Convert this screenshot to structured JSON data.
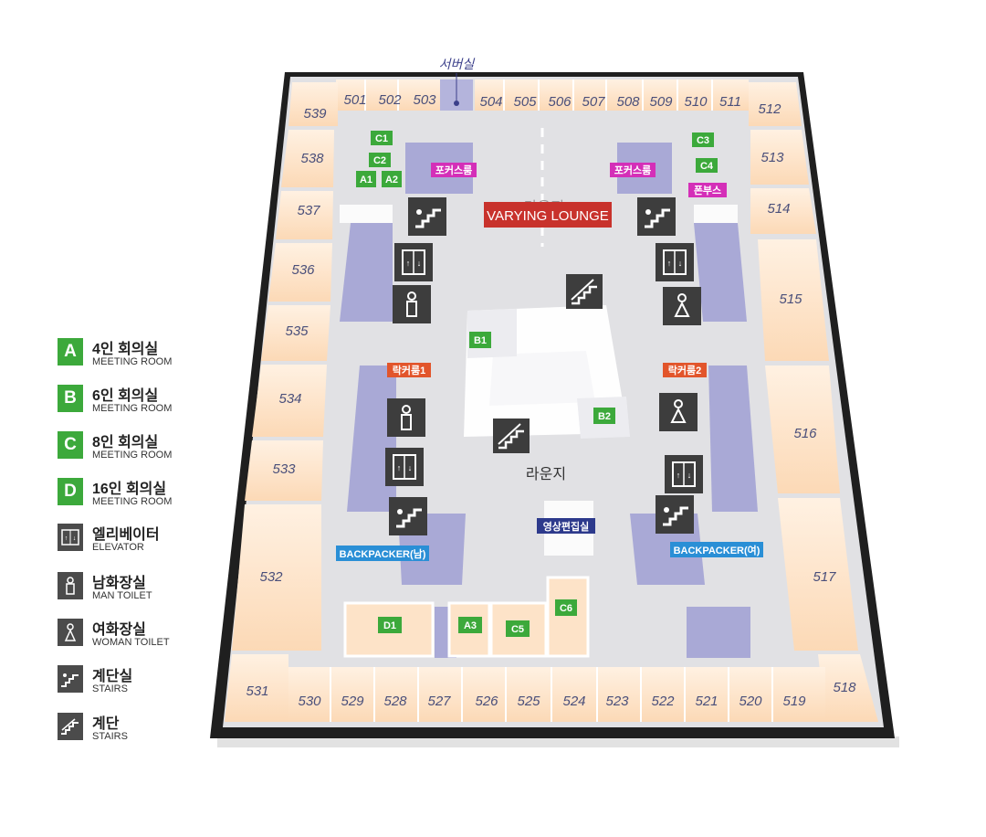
{
  "rooms": {
    "top_row": [
      "501",
      "502",
      "503",
      "504",
      "505",
      "506",
      "507",
      "508",
      "509",
      "510",
      "511"
    ],
    "corner_top_left": "539",
    "corner_top_right": "512",
    "left_column": [
      "538",
      "537",
      "536",
      "535",
      "534",
      "533",
      "532"
    ],
    "right_column": [
      "513",
      "514",
      "515",
      "516",
      "517"
    ],
    "corner_bottom_left": "531",
    "corner_bottom_right": "518",
    "bottom_row": [
      "530",
      "529",
      "528",
      "527",
      "526",
      "525",
      "524",
      "523",
      "522",
      "521",
      "520",
      "519"
    ]
  },
  "labels": {
    "server_room": "서버실",
    "varying_lounge": "VARYING LOUNGE",
    "lounge": "라운지",
    "lounge_upper_faint": "라운지",
    "focus_room_left": "포커스룸",
    "focus_room_right": "포커스룸",
    "phone_booth": "폰부스",
    "locker_1": "락커룸1",
    "locker_2": "락커룸2",
    "video_edit": "영상편집실",
    "backpacker_m": "BACKPACKER(남)",
    "backpacker_f": "BACKPACKER(여)"
  },
  "meeting_badges": {
    "C1": "C1",
    "C2": "C2",
    "A1": "A1",
    "A2": "A2",
    "C3": "C3",
    "C4": "C4",
    "B1": "B1",
    "B2": "B2",
    "D1": "D1",
    "A3": "A3",
    "C5": "C5",
    "C6": "C6"
  },
  "legend": [
    {
      "badge": "A",
      "title": "4인 회의실",
      "subtitle": "MEETING ROOM",
      "icon": "letter-badge"
    },
    {
      "badge": "B",
      "title": "6인 회의실",
      "subtitle": "MEETING ROOM",
      "icon": "letter-badge"
    },
    {
      "badge": "C",
      "title": "8인 회의실",
      "subtitle": "MEETING ROOM",
      "icon": "letter-badge"
    },
    {
      "badge": "D",
      "title": "16인 회의실",
      "subtitle": "MEETING ROOM",
      "icon": "letter-badge"
    },
    {
      "badge": "",
      "title": "엘리베이터",
      "subtitle": "ELEVATOR",
      "icon": "elevator-icon"
    },
    {
      "badge": "",
      "title": "남화장실",
      "subtitle": "MAN TOILET",
      "icon": "man-toilet-icon"
    },
    {
      "badge": "",
      "title": "여화장실",
      "subtitle": "WOMAN TOILET",
      "icon": "woman-toilet-icon"
    },
    {
      "badge": "",
      "title": "계단실",
      "subtitle": "STAIRS",
      "icon": "stairwell-icon"
    },
    {
      "badge": "",
      "title": "계단",
      "subtitle": "STAIRS",
      "icon": "stairs-icon"
    }
  ],
  "colors": {
    "meeting_green": "#3ca93b",
    "focus_magenta": "#d42fb8",
    "locker_orange": "#e2552b",
    "backpacker_blue": "#2a8fd6",
    "video_navy": "#2d3a8c",
    "lounge_red": "#c8322c",
    "room_peach": "#fde3c8",
    "corridor_gray": "#d9d9dd",
    "service_purple": "#a9a9d6"
  }
}
